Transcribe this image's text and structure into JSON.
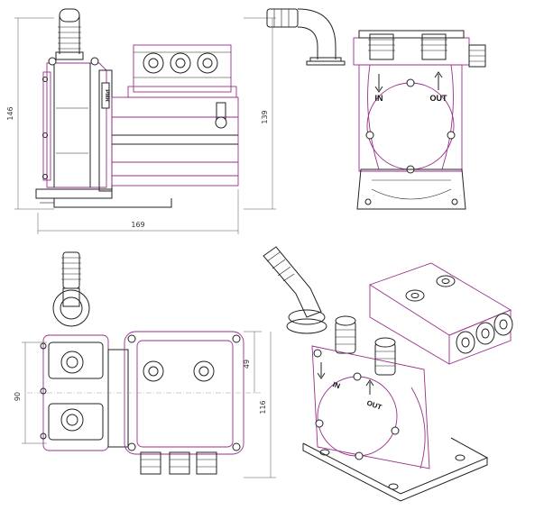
{
  "dimensions": {
    "side_height": "146",
    "side_motor_height": "139",
    "side_width": "169",
    "top_depth": "90",
    "top_box_width": "49",
    "top_overall": "116"
  },
  "labels": {
    "nameplate": "PMR",
    "front_in": "IN",
    "front_out": "OUT",
    "iso_in": "IN",
    "iso_out": "OUT"
  }
}
